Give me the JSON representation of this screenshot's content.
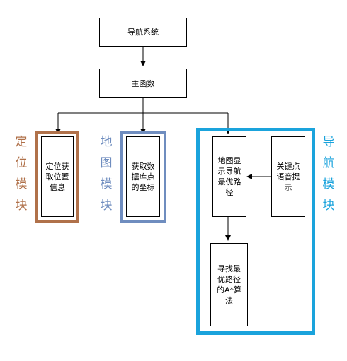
{
  "diagram": {
    "nodes": {
      "nav_system": "导航系统",
      "main_func": "主函数",
      "locate": [
        "定位获",
        "取位置",
        "信息"
      ],
      "map_db": [
        "获取数",
        "据库点",
        "的坐标"
      ],
      "show_path": [
        "地图显",
        "示导航",
        "最优路",
        "径"
      ],
      "voice": [
        "关键点",
        "语音提",
        "示"
      ],
      "astar": [
        "寻找最",
        "优路径",
        "的A*算",
        "法"
      ]
    },
    "modules": {
      "locate": {
        "label": [
          "定",
          "位",
          "模",
          "块"
        ],
        "color": "#b0714a"
      },
      "map": {
        "label": [
          "地",
          "图",
          "模",
          "块"
        ],
        "color": "#6f8dbf"
      },
      "nav": {
        "label": [
          "导",
          "航",
          "模",
          "块"
        ],
        "color": "#1aa3dc"
      }
    }
  }
}
